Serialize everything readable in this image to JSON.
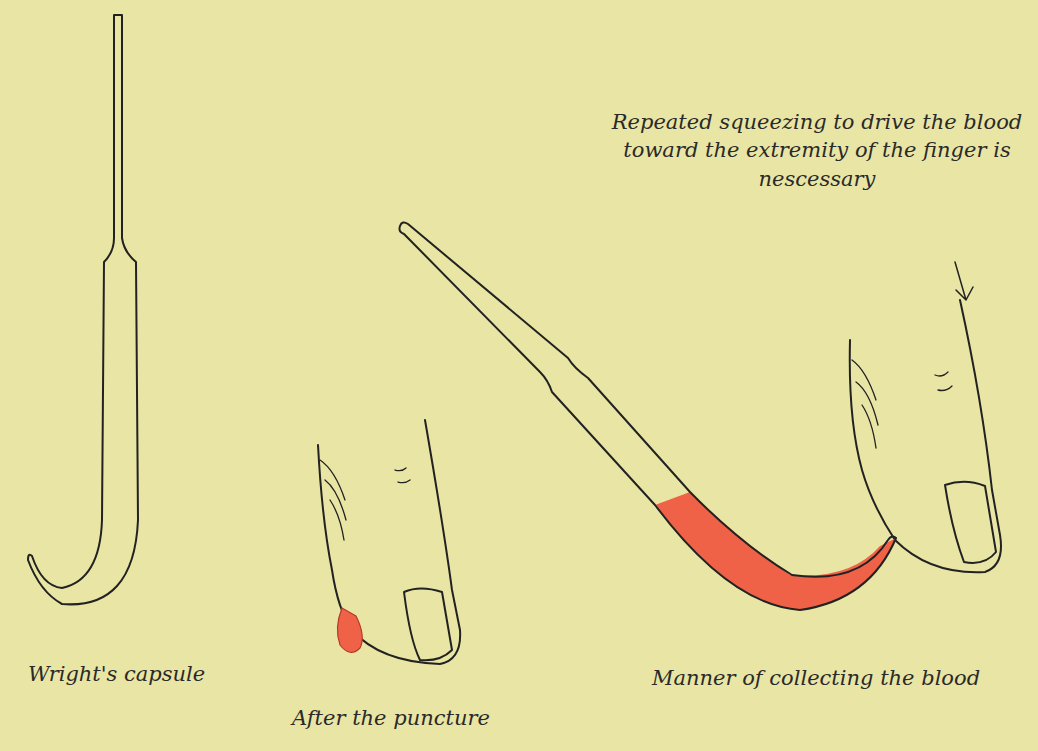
{
  "diagram": {
    "labels": [
      "Wright's capsule",
      "After the puncture",
      "Repeated squeezing to drive the blood toward the extremity of the finger is nescessary",
      "Manner of collecting the blood"
    ]
  }
}
